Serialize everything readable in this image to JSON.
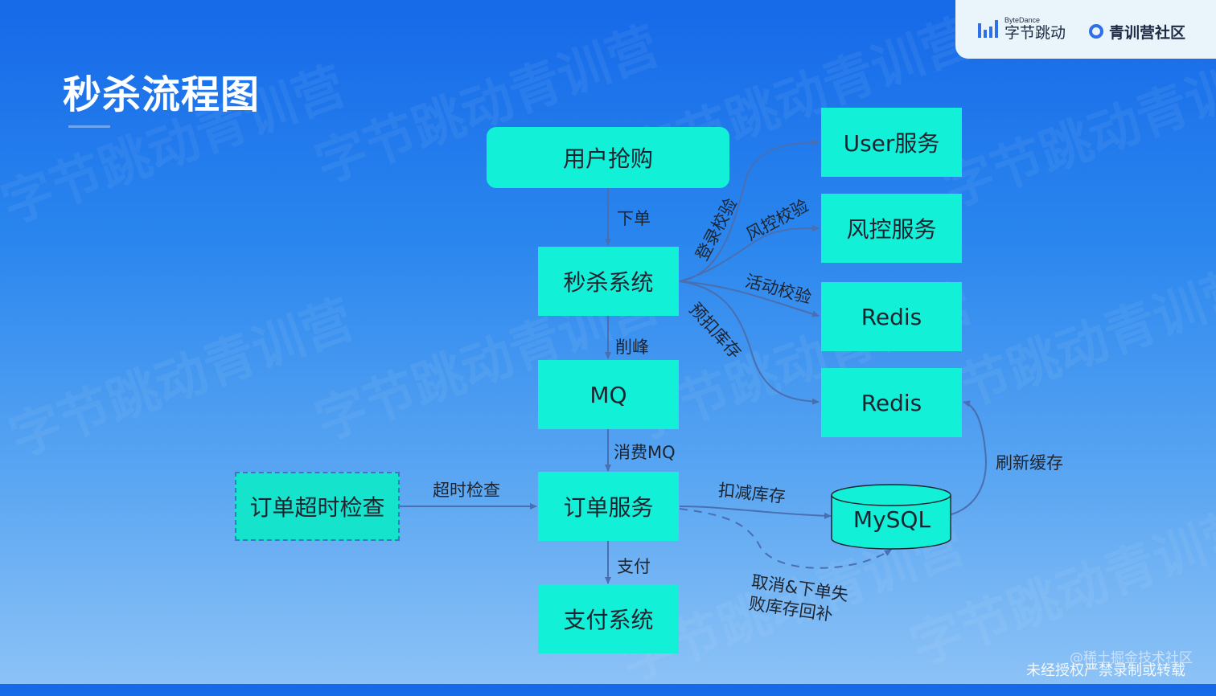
{
  "logo": {
    "bytedance_small": "ByteDance",
    "bytedance_cn": "字节跳动",
    "camp": "青训营社区"
  },
  "page_title": "秒杀流程图",
  "nodes": {
    "user_purchase": "用户抢购",
    "seckill_system": "秒杀系统",
    "mq": "MQ",
    "order_service": "订单服务",
    "payment_system": "支付系统",
    "order_timeout_check": "订单超时检查",
    "user_service": "User服务",
    "risk_service": "风控服务",
    "redis_1": "Redis",
    "redis_2": "Redis",
    "mysql": "MySQL"
  },
  "edge_labels": {
    "place_order": "下单",
    "peak_shaving": "削峰",
    "consume_mq": "消费MQ",
    "pay": "支付",
    "timeout_check": "超时检查",
    "login_check": "登录校验",
    "risk_check": "风控校验",
    "activity_check": "活动校验",
    "pre_deduct_stock": "预扣库存",
    "deduct_stock": "扣减库存",
    "refresh_cache": "刷新缓存",
    "cancel_restore_line1": "取消&下单失",
    "cancel_restore_line2": "败库存回补"
  },
  "watermark_text": "字节跳动青训营",
  "footer": {
    "credit": "@稀土掘金技术社区",
    "notice": "未经授权严禁录制或转载"
  },
  "colors": {
    "node_fill": "#12f0d8",
    "background_top": "#1669e8",
    "background_bottom": "#8cc2f6",
    "arrow": "#4a6fb0"
  }
}
